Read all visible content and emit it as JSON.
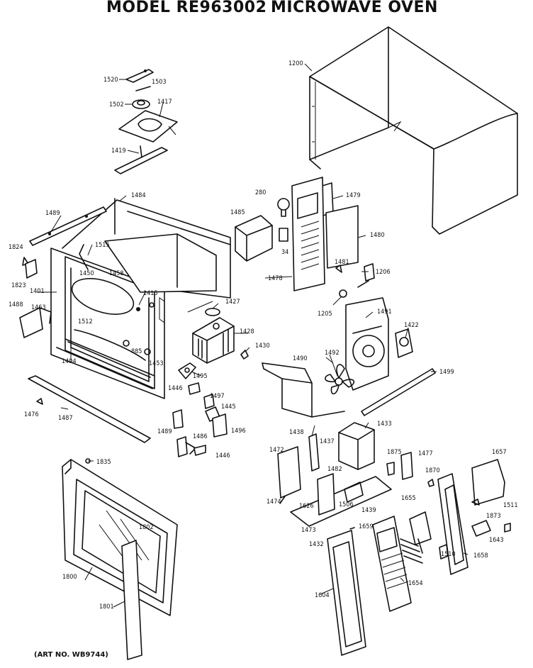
{
  "title": {
    "model": "MODEL RE963002",
    "product": "MICROWAVE OVEN"
  },
  "art_number": "(ART NO. WB9744)",
  "part_labels": {
    "p1200": "1200",
    "p1520": "1520",
    "p1503": "1503",
    "p1502": "1502",
    "p1417": "1417",
    "p1419": "1419",
    "p1484": "1484",
    "p1489": "1489",
    "p1824": "1824",
    "p1823": "1823",
    "p1401": "1401",
    "p1488": "1488",
    "p1463": "1463",
    "p1515": "1515",
    "p1450": "1450",
    "p1458": "1458",
    "p1415": "1415",
    "p1512": "1512",
    "p1427": "1427",
    "p1428": "1428",
    "p885": "885",
    "p1453": "1453",
    "p1494": "1494",
    "p1495": "1495",
    "p1430": "1430",
    "p280": "280",
    "p1485": "1485",
    "p34": "34",
    "p1479": "1479",
    "p1480": "1480",
    "p1478": "1478",
    "p1481": "1481",
    "p1206": "1206",
    "p1205": "1205",
    "p1491": "1491",
    "p1422": "1422",
    "p1490": "1490",
    "p1492": "1492",
    "p1499": "1499",
    "p1476": "1476",
    "p1487": "1487",
    "p1446a": "1446",
    "p1497": "1497",
    "p1445": "1445",
    "p1489b": "1489",
    "p1486": "1486",
    "p1496": "1496",
    "p1446b": "1446",
    "p1438": "1438",
    "p1437": "1437",
    "p1433": "1433",
    "p1472": "1472",
    "p1482": "1482",
    "p1875": "1875",
    "p1477": "1477",
    "p1657": "1657",
    "p1870": "1870",
    "p1474": "1474",
    "p1626": "1626",
    "p1506": "1506",
    "p1439": "1439",
    "p1655": "1655",
    "p1873": "1873",
    "p1511": "1511",
    "p1473": "1473",
    "p1432": "1432",
    "p1659": "1659",
    "p1643": "1643",
    "p1835": "1835",
    "p1802": "1802",
    "p1800": "1800",
    "p1801": "1801",
    "p1604": "1604",
    "p1654": "1654",
    "p1658": "1658",
    "p1510": "1510"
  }
}
